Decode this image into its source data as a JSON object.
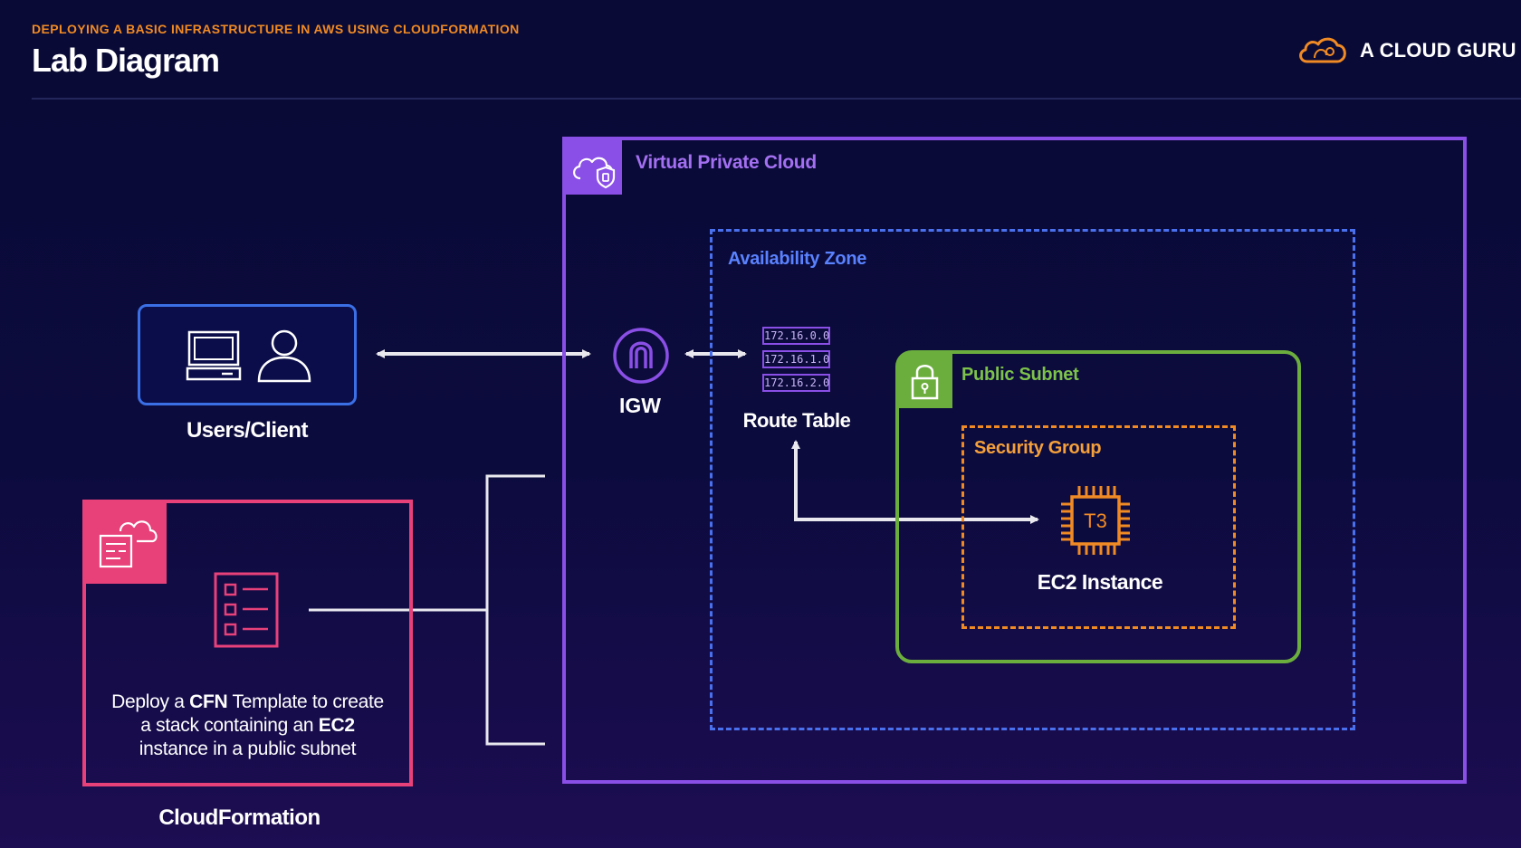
{
  "header": {
    "subtitle": "DEPLOYING A BASIC INFRASTRUCTURE IN AWS USING CLOUDFORMATION",
    "title": "Lab Diagram",
    "brand": "A CLOUD GURU"
  },
  "diagram": {
    "vpc": {
      "label": "Virtual Private Cloud",
      "icon": "cloud-shield-icon"
    },
    "availability_zone": {
      "label": "Availability Zone"
    },
    "public_subnet": {
      "label": "Public Subnet",
      "icon": "padlock-icon"
    },
    "security_group": {
      "label": "Security Group"
    },
    "ec2": {
      "label": "EC2 Instance",
      "chip_text": "T3",
      "icon": "chip-icon"
    },
    "igw": {
      "label": "IGW",
      "icon": "gateway-arch-icon"
    },
    "route_table": {
      "label": "Route Table",
      "entries": [
        "172.16.0.0",
        "172.16.1.0",
        "172.16.2.0"
      ]
    },
    "client": {
      "label": "Users/Client",
      "icons": [
        "computer-icon",
        "user-icon"
      ]
    },
    "cloudformation": {
      "label": "CloudFormation",
      "icon": "cloudformation-icon",
      "template_icon": "template-checklist-icon",
      "desc_1": "Deploy a ",
      "desc_2": "CFN",
      "desc_3": " Template to create",
      "desc_4": "a stack containing an ",
      "desc_5": "EC2",
      "desc_6": "instance in a public subnet"
    }
  },
  "colors": {
    "accent_orange": "#f08a24",
    "vpc_purple": "#8a4fe6",
    "az_blue": "#4a70ee",
    "subnet_green": "#6cae3e",
    "cf_pink": "#e8417a",
    "background": "#0b0b3c"
  }
}
